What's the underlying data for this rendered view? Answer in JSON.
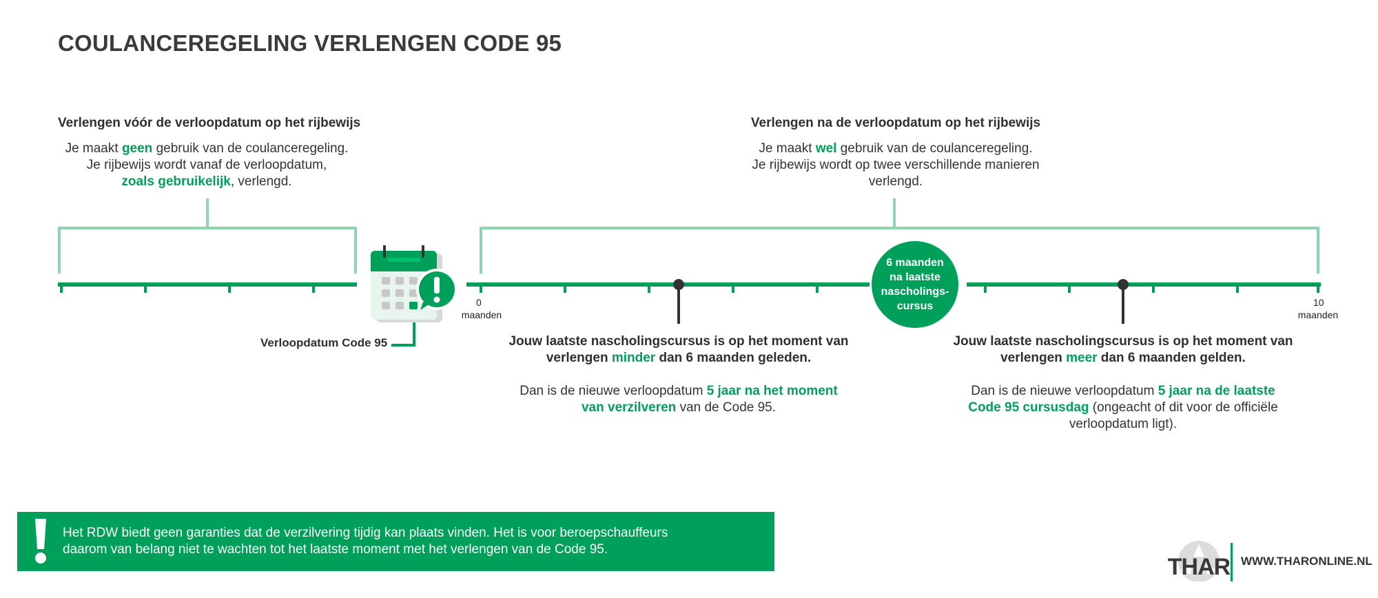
{
  "title": "COULANCEREGELING VERLENGEN CODE 95",
  "colors": {
    "accent": "#00a05a",
    "accent_light": "#8fd4b0",
    "text": "#333333",
    "marker": "#333333"
  },
  "left_section": {
    "heading": "Verlengen vóór de verloopdatum op het rijbewijs",
    "line1_pre": "Je maakt ",
    "line1_hl": "geen",
    "line1_post": " gebruik van de coulanceregeling.",
    "line2": "Je rijbewijs wordt vanaf de verloopdatum,",
    "line3_hl": "zoals gebruikelijk",
    "line3_post": ", verlengd."
  },
  "right_section": {
    "heading": "Verlengen na de verloopdatum op het rijbewijs",
    "line1_pre": "Je maakt ",
    "line1_hl": "wel",
    "line1_post": " gebruik van de coulanceregeling.",
    "line2": "Je rijbewijs wordt op twee verschillende manieren",
    "line3": "verlengd."
  },
  "calendar_label": "Verloopdatum Code 95",
  "axis": {
    "start_value": "0",
    "start_unit": "maanden",
    "end_value": "10",
    "end_unit": "maanden"
  },
  "circle_label": [
    "6 maanden",
    "na laatste",
    "nascholings-",
    "cursus"
  ],
  "case_less": {
    "title_line1": "Jouw laatste nascholingscursus is op het moment van",
    "title_line2_pre": "verlengen ",
    "title_line2_hl": "minder",
    "title_line2_post": " dan 6 maanden geleden.",
    "body_line1_pre": "Dan is de nieuwe verloopdatum ",
    "body_line1_hl": "5 jaar na het moment",
    "body_line2_hl": "van verzilveren",
    "body_line2_post": " van de Code 95."
  },
  "case_more": {
    "title_line1": "Jouw laatste nascholingscursus is op het moment van",
    "title_line2_pre": "verlengen ",
    "title_line2_hl": "meer",
    "title_line2_post": " dan 6 maanden gelden.",
    "body_line1_pre": "Dan is de nieuwe verloopdatum ",
    "body_line1_hl": "5 jaar na de laatste",
    "body_line2_hl": "Code 95 cursusdag",
    "body_line2_post": " (ongeacht of dit voor de officiële",
    "body_line3": "verloopdatum ligt)."
  },
  "warning": {
    "line1": "Het RDW biedt geen garanties dat de verzilvering tijdig kan plaats vinden. Het is voor beroepschauffeurs",
    "line2": "daarom van belang niet te wachten tot het laatste moment met het verlengen van de Code 95."
  },
  "footer": {
    "logo_text": "THAR",
    "url": "WWW.THARONLINE.NL"
  }
}
